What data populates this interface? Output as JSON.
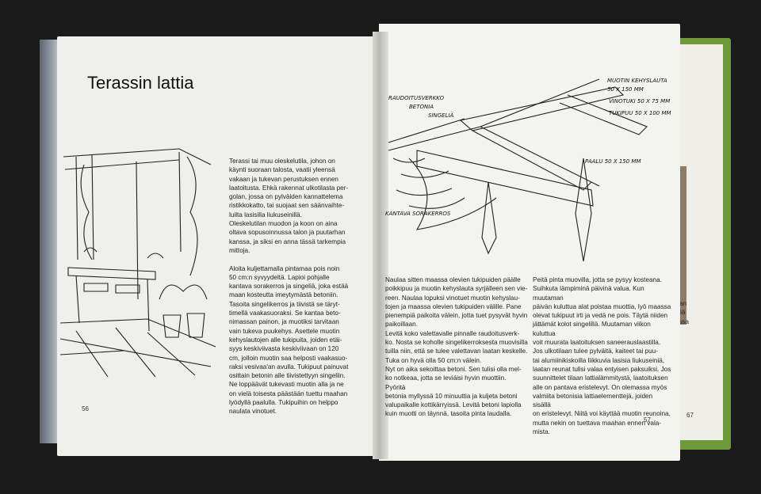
{
  "book": {
    "title": "Terassin lattia",
    "left_column": "Terassi tai muu oleskelutila, johon on\nkäynti suoraan talosta, vaatii yleensä\nvakaan ja tukevan perustuksen ennen\nlaatoitusta. Ehkä rakennat ulkotilasta per-\ngolan, jossa on pylväiden kannattelema\nristikkokatto, tai suojaat sen säänvaihte-\nluilta lasisilla liukuseinillä.\n   Oleskelutilan muodon ja koon on aina\noltava sopusoinnussa talon ja puutarhan\nkanssa, ja siksi en anna tässä tarkempia\nmittoja.\n\nAloita kuljettamalla pintamaa pois noin\n50 cm:n syvyydeltä. Lapioi pohjalle\nkantava sorakerros ja singeliä, joka estää\nmaan kosteutta imeytymästä betoniin.\n   Tasoita singelikerros ja tiivistä se täryt-\ntimellä vaakasuoraksi. Se kantaa beto-\nnimassan painon, ja muotiksi tarvitaan\nvain tukeva puukehys. Asettele muotin\nkehyslautojen alle tukipuita, joiden etäi-\nsyys keskiviivasta keskiviivaan on 120\ncm, jolloin muotin saa helposti vaakasuo-\nraksi vesivaa'an avulla. Tukipuut painuvat\nosittain betonin alle tiivistettyyn singeliin.\nNe loppäävät tukevasti muotin alla ja ne\non vielä toisesta päästään tuettu maahan\nlyödyllä paalulla. Tukipuihin on helppo\nnaulata vinotuet.",
    "right_col1": "Naulaa sitten maassa olevien tukipuiden päälle\npoikkipuu ja muotin kehyslauta syrjälleen sen vie-\nreen. Naulaa lopuksi vinotuet muotin kehyslau-\ntojen ja maassa olevien tukipuiden välille. Pane\npienempiä paikoita välein, jotta tuet pysyvät hyvin\npaikoillaan.\n   Levitä koko valettavalle pinnalle raudoitusverk-\nko. Nosta se koholle singelikerroksesta muovisilla\ntuilla niin, että se tulee valettavan laatan keskelle.\nTuka on hyvä olla 50 cm:n välein.\n   Nyt on aika sekoittaa betoni. Sen tulisi olla mel-\nko notkeaa, jotta se leviäisi hyvin muottiin. Pyöritä\nbetonia myllyssä 10 minuuttia ja kuljeta betoni\nvalupaikalle kottikärryissä. Levitä betoni lapiolla\nkuin muotti on täynnä, tasoita pinta laudalla.",
    "right_col2": "Peitä pinta muovilla, jotta se pysyy kosteana.\nSuihkuta lämpiminä päivinä valua. Kun muutaman\npäivän kuluttua alat poistaa muottia, lyö maassa\nolevat tukipuut irti ja vedä ne pois. Täytä niiden\njättämät kolot singelillä. Muutaman viikon kuluttua\nvoit muurata laatoituksen saneerauslaastilla.\n   Jos ulkotilaan tulee pylväitä, kaiteet tai puu-\ntai alumiinikiskoilla liikkuvia lasisia liukuseiniä,\nlaatan reunat tulisi valaa entyisen paksuiksi. Jos\nsuunnittelet tilaan lattialämmitystä, laatoituksen\nalle on pantava eristelevyt. On olemassa myös\nvalmiita betonisia lattiaelementtejä, joiden sisällä\non eristelevyt. Niitä voi käyttää muotin reunoina,\nmutta nekin on tuettava maahan ennen vala-\nmista.",
    "page_left": "56",
    "page_right": "57",
    "page_back": "67",
    "back_snippet": "u fan\nsisiä\njoissa",
    "diagram_labels": {
      "mesh": "RAUDOITUSVERKKO",
      "concrete": "BETONIA",
      "gravel_fine": "SINGELIÄ",
      "gravel_bed": "KANTAVA SORAKERROS",
      "frame": "MUOTIN KEHYSLAUTA",
      "frame_size": "50 X 150 MM",
      "brace": "VINOTUKI 50 X 75 MM",
      "support": "TUKIPUU 50 X 100 MM",
      "stake": "PAALU 50 X 150 MM"
    }
  }
}
